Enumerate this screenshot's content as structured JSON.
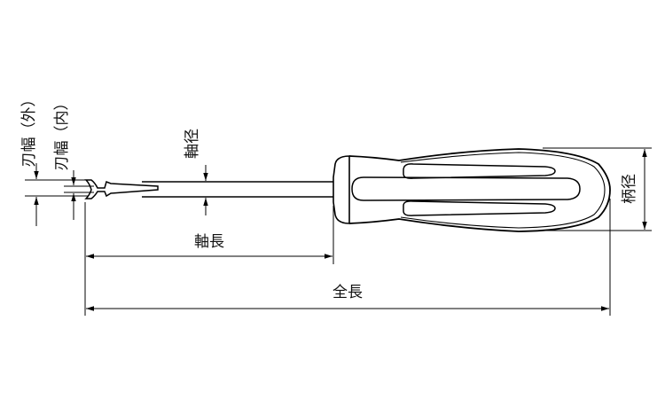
{
  "labels": {
    "blade_width_outer": "刃幅（外）",
    "blade_width_inner": "刃幅（内）",
    "shaft_diameter": "軸径",
    "shaft_length": "軸長",
    "overall_length": "全長",
    "handle_diameter": "柄径"
  }
}
